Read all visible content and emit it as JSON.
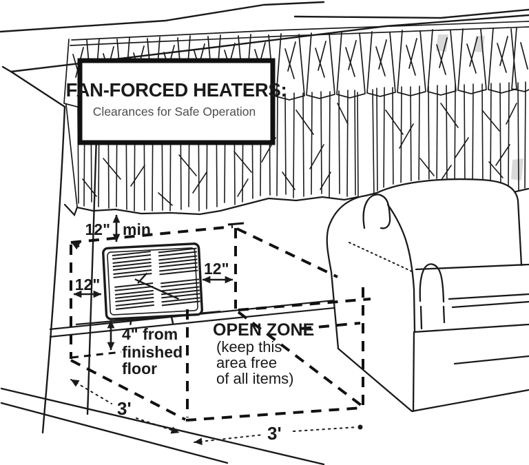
{
  "header": {
    "title": "FAN-FORCED HEATERS:",
    "subtitle": "Clearances for Safe Operation"
  },
  "measurements": {
    "top_value": "12\"",
    "top_suffix": "min",
    "left": "12\"",
    "right": "12\"",
    "floor_line1": "4\" from",
    "floor_line2": "finished",
    "floor_line3": "floor",
    "depth_left": "3'",
    "depth_right": "3'"
  },
  "open_zone": {
    "title": "OPEN ZONE",
    "note_line1": "(keep this",
    "note_line2": "area free",
    "note_line3": "of all items)"
  },
  "colors": {
    "ink": "#1a1a1a",
    "subtitle_text": "#4d4d4d",
    "background": "#ffffff",
    "shade": "#d9d9d9"
  }
}
